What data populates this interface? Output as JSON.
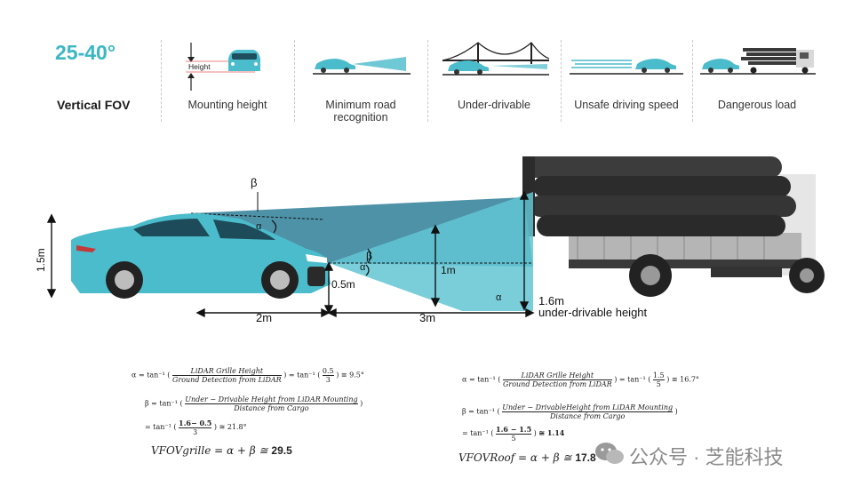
{
  "header": {
    "fov_range": "25-40°",
    "fov_label": "Vertical FOV",
    "scenarios": [
      {
        "label": "Mounting height",
        "icon": "car-height-icon"
      },
      {
        "label": "Minimum road recognition",
        "icon": "road-recognition-icon"
      },
      {
        "label": "Under-drivable",
        "icon": "bridge-icon"
      },
      {
        "label": "Unsafe driving speed",
        "icon": "speeding-car-icon"
      },
      {
        "label": "Dangerous load",
        "icon": "truck-load-icon"
      }
    ],
    "height_tag": "Height"
  },
  "diagram": {
    "beta_top": "β",
    "alpha_top": "α",
    "beta_mid": "β",
    "alpha_mid": "α",
    "alpha_bottom": "α",
    "car_height": "1.5m",
    "grille_height": "0.5m",
    "dist_car": "2m",
    "dist_cargo": "3m",
    "rel_height": "1m",
    "under_height_value": "1.6m",
    "under_height_label": "under-drivable height"
  },
  "formulas": {
    "grille_alpha": {
      "prefix": "α = tan⁻¹",
      "num": "LiDAR Grille Height",
      "den": "Ground Detection from LiDAR",
      "mid": "= tan⁻¹",
      "fnum": "0.5",
      "fden": "3",
      "result": "≅ 9.5°"
    },
    "grille_beta": {
      "prefix": "β = tan⁻¹",
      "num": "Under − Drivable Height from LiDAR Mounting",
      "den": "Distance from Cargo"
    },
    "grille_beta2": {
      "prefix": "= tan⁻¹",
      "num": "1.6− 0.5",
      "den": "3",
      "result": "≅ 21.8°"
    },
    "grille_total": {
      "expr": "VFOVgrille = α + β ≅ ",
      "value": "29.5"
    },
    "roof_alpha": {
      "prefix": "α = tan⁻¹",
      "num": "LiDAR Grille Height",
      "den": "Ground Detection from LiDAR",
      "mid": "= tan⁻¹",
      "fnum": "1.5",
      "fden": "5",
      "result": "≅ 16.7°"
    },
    "roof_beta": {
      "prefix": "β = tan⁻¹",
      "num": "Under − DrivableHeight from LiDAR Mounting",
      "den": "Distance from Cargo"
    },
    "roof_beta2": {
      "prefix": "= tan⁻¹",
      "num": "1.6 − 1.5",
      "den": "5",
      "result": "≅ 1.14"
    },
    "roof_total": {
      "expr": "VFOVRoof = α + β ≅ ",
      "value": "17.8"
    }
  },
  "watermark": "公众号 · 芝能科技",
  "colors": {
    "teal": "#4bbccb",
    "beam_dark": "#2f7f99",
    "beam_light": "#63c6d3",
    "pipe": "#2b2b2b"
  }
}
